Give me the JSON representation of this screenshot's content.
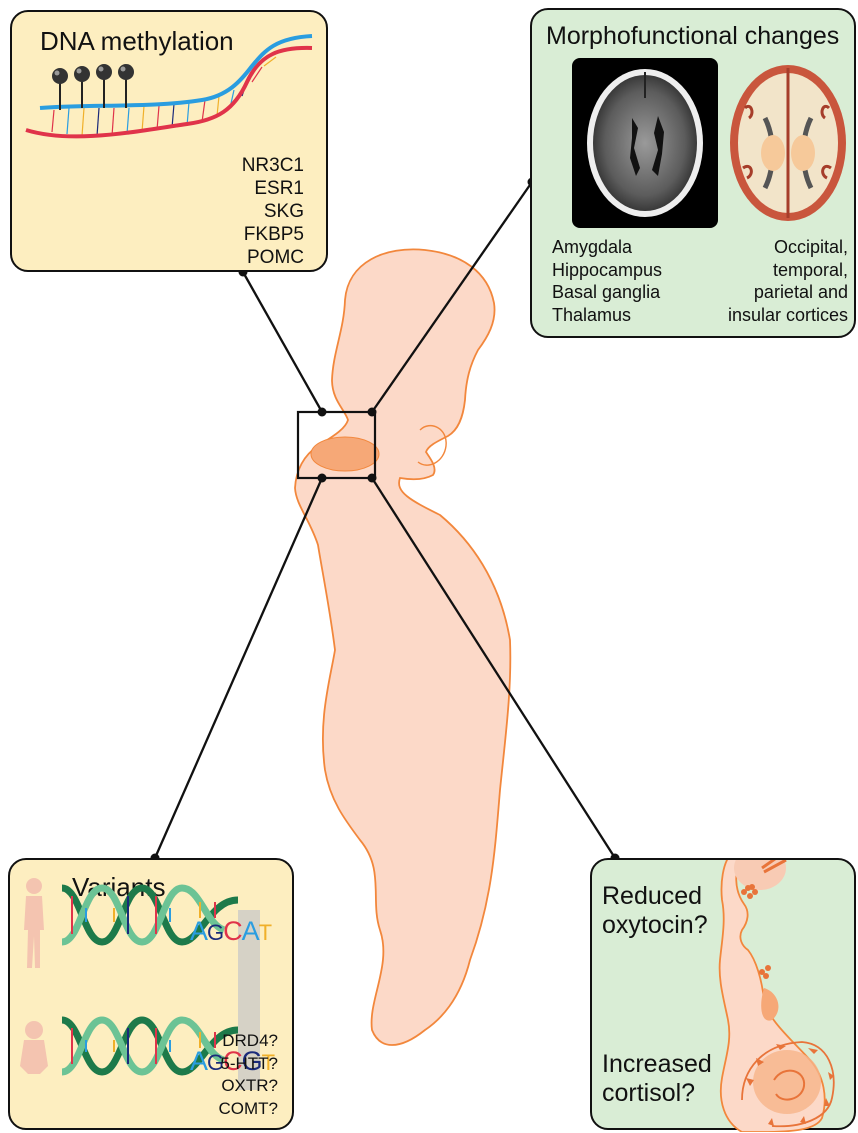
{
  "colors": {
    "panel_yellow": "#fdeec0",
    "panel_green": "#d9edd5",
    "body_fill": "#fcd9c8",
    "body_stroke": "#f2873c",
    "base_A": "#2a9de0",
    "base_G": "#1a2a7a",
    "base_C": "#e0334a",
    "base_T": "#f0b02a"
  },
  "dna_methylation": {
    "title": "DNA methylation",
    "genes": [
      "NR3C1",
      "ESR1",
      "SKG",
      "FKBP5",
      "POMC"
    ]
  },
  "morphofunctional": {
    "title": "Morphofunctional changes",
    "regions_left": [
      "Amygdala",
      "Hippocampus",
      "Basal ganglia",
      "Thalamus"
    ],
    "regions_right": [
      "Occipital,",
      "temporal,",
      "parietal and",
      "insular cortices"
    ]
  },
  "variants": {
    "title": "Variants",
    "sequence_top": [
      "A",
      "G",
      "C",
      "A",
      "T"
    ],
    "sequence_bottom": [
      "A",
      "G",
      "C",
      "G",
      "T"
    ],
    "genes": [
      "DRD4?",
      "5-HTT?",
      "OXTR?",
      "COMT?"
    ]
  },
  "hormones": {
    "reduced": [
      "Reduced",
      "oxytocin?"
    ],
    "increased": [
      "Increased",
      "cortisol?"
    ]
  }
}
